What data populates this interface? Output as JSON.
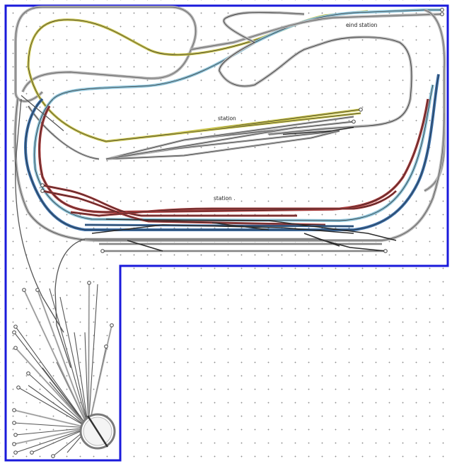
{
  "labels": {
    "end_station": "eind station",
    "upper_station": "station",
    "lower_station": "station ."
  },
  "colors": {
    "background": "#ffffff",
    "baseboard_outline": "#1a1adb",
    "grid_dot": "#8e8e8e",
    "track_grey": "#b4b4b4",
    "track_yellow": "#c8c24a",
    "track_light_blue": "#8cc2d8",
    "track_dark_blue": "#3c6fa8",
    "track_red": "#a83c3c",
    "track_dark": "#2b2b2b",
    "sleeper_rail": "#444444"
  },
  "icons": {
    "turntable": "turntable-icon",
    "buffer_stop": "buffer-stop-icon"
  }
}
